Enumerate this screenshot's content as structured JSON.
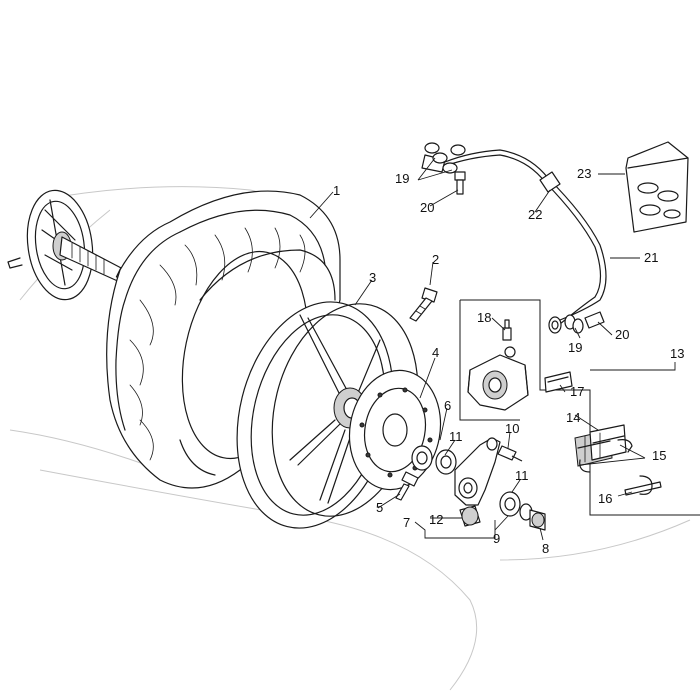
{
  "labels": {
    "l1": "1",
    "l2": "2",
    "l3": "3",
    "l4": "4",
    "l5": "5",
    "l6": "6",
    "l7": "7",
    "l8": "8",
    "l9": "9",
    "l10": "10",
    "l11a": "11",
    "l11b": "11",
    "l12": "12",
    "l13": "13",
    "l14": "14",
    "l15": "15",
    "l16": "16",
    "l17": "17",
    "l18": "18",
    "l19a": "19",
    "l19b": "19",
    "l20a": "20",
    "l20b": "20",
    "l21": "21",
    "l22": "22",
    "l23": "23"
  }
}
